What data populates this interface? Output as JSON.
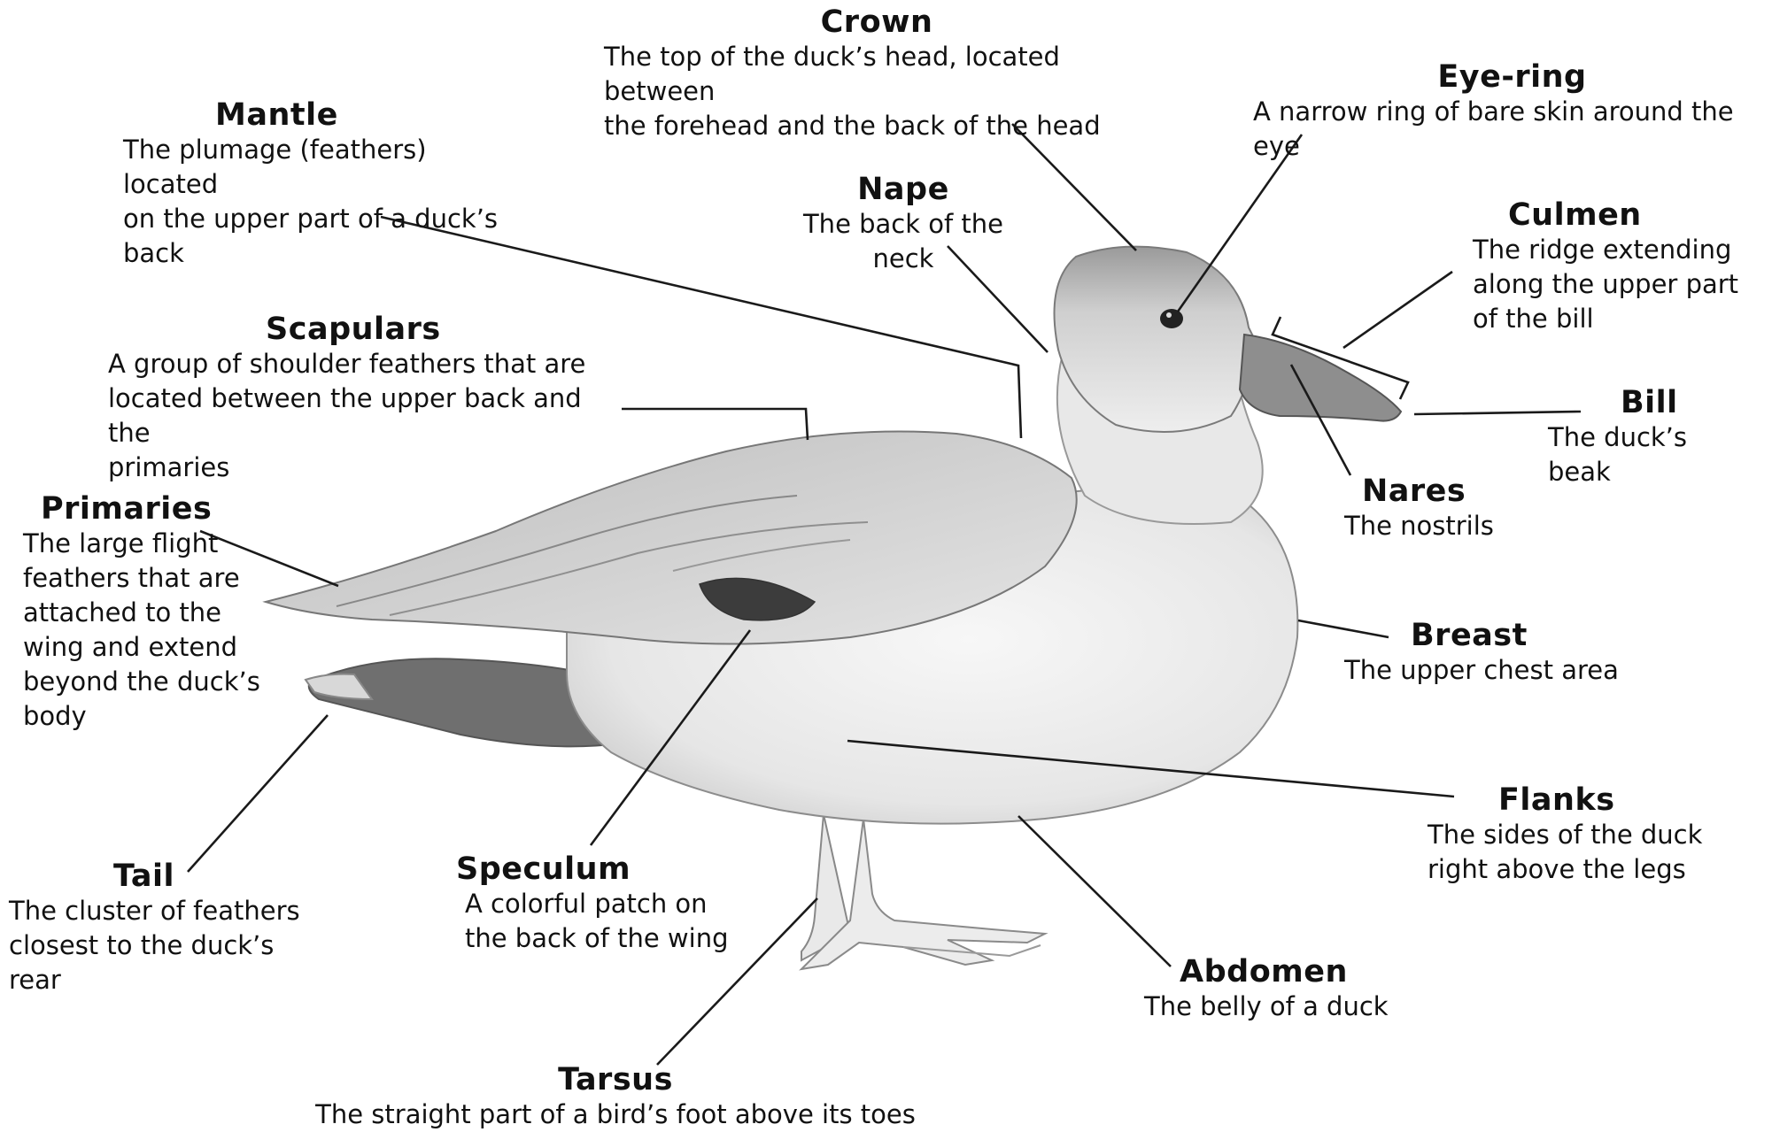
{
  "labels": {
    "crown": {
      "title": "Crown",
      "desc": "The top of the duck’s head, located between\nthe forehead and the back of the head"
    },
    "eye_ring": {
      "title": "Eye-ring",
      "desc": "A narrow ring of bare skin around the eye"
    },
    "mantle": {
      "title": "Mantle",
      "desc": "The plumage (feathers) located\non the upper part of a duck’s\nback"
    },
    "nape": {
      "title": "Nape",
      "desc": "The back of the neck"
    },
    "culmen": {
      "title": "Culmen",
      "desc": "The ridge extending\nalong the upper part\nof the bill"
    },
    "scapulars": {
      "title": "Scapulars",
      "desc": "A group of shoulder feathers that are\nlocated between the upper back and the\nprimaries"
    },
    "bill": {
      "title": "Bill",
      "desc": "The duck’s beak"
    },
    "nares": {
      "title": "Nares",
      "desc": "The nostrils"
    },
    "primaries": {
      "title": "Primaries",
      "desc": "The large flight\nfeathers that are\nattached to the\nwing and extend\nbeyond the duck’s\nbody"
    },
    "breast": {
      "title": "Breast",
      "desc": "The upper chest area"
    },
    "flanks": {
      "title": "Flanks",
      "desc": "The sides of the duck\nright above the legs"
    },
    "tail": {
      "title": "Tail",
      "desc": "The cluster of feathers\nclosest to the duck’s rear"
    },
    "speculum": {
      "title": "Speculum",
      "desc": "A colorful patch on\nthe back of the wing"
    },
    "abdomen": {
      "title": "Abdomen",
      "desc": "The belly of a duck"
    },
    "tarsus": {
      "title": "Tarsus",
      "desc": "The straight part of a bird’s foot above its toes"
    }
  }
}
